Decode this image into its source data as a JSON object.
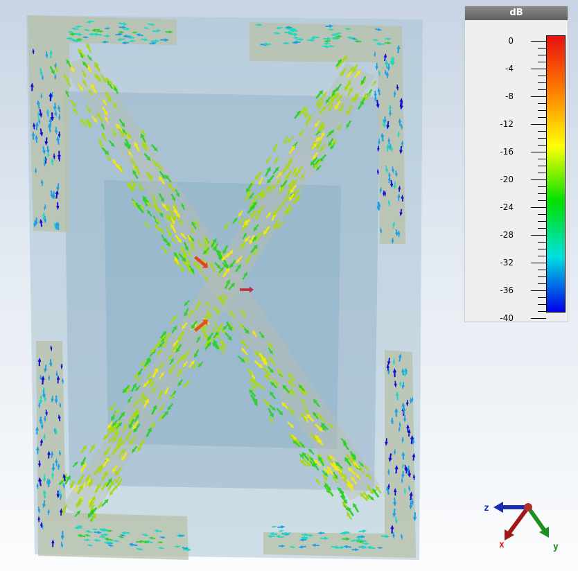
{
  "legend": {
    "title": "dB",
    "ticks": [
      "0",
      "-4",
      "-8",
      "-12",
      "-16",
      "-20",
      "-24",
      "-28",
      "-32",
      "-36",
      "-40"
    ]
  },
  "axes": {
    "x": "x",
    "y": "y",
    "z": "z",
    "x_color": "#e0201a",
    "y_color": "#1f8f1f",
    "z_color": "#1a2db0"
  },
  "colors": {
    "colormap": [
      "#e81010",
      "#ff7f00",
      "#ffff00",
      "#00e000",
      "#00e0e0",
      "#0000e8"
    ],
    "substrate": "#9fbccd",
    "patch": "#b8c0a8"
  }
}
